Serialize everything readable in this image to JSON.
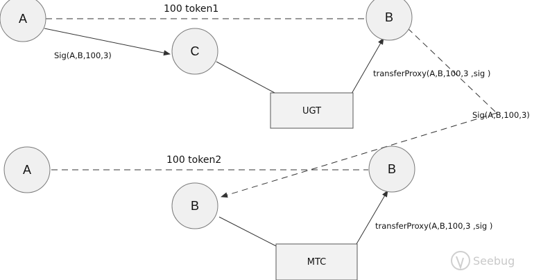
{
  "top": {
    "node_a": "A",
    "node_b": "B",
    "node_c": "C",
    "box": "UGT",
    "token_label": "100 token1",
    "sig_label": "Sig(A,B,100,3)",
    "proxy_label": "transferProxy(A,B,100,3 ,sig  )"
  },
  "cross_sig_label": "Sig(A,B,100,3)",
  "bottom": {
    "node_a": "A",
    "node_b_left": "B",
    "node_b_right": "B",
    "box": "MTC",
    "token_label": "100 token2",
    "proxy_label": "transferProxy(A,B,100,3 ,sig  )"
  },
  "watermark": {
    "text": "Seebug",
    "icon": "seebug-logo-icon"
  },
  "colors": {
    "node_fill": "#f0f0f0",
    "line": "#333333",
    "watermark": "#c9c9c9"
  }
}
